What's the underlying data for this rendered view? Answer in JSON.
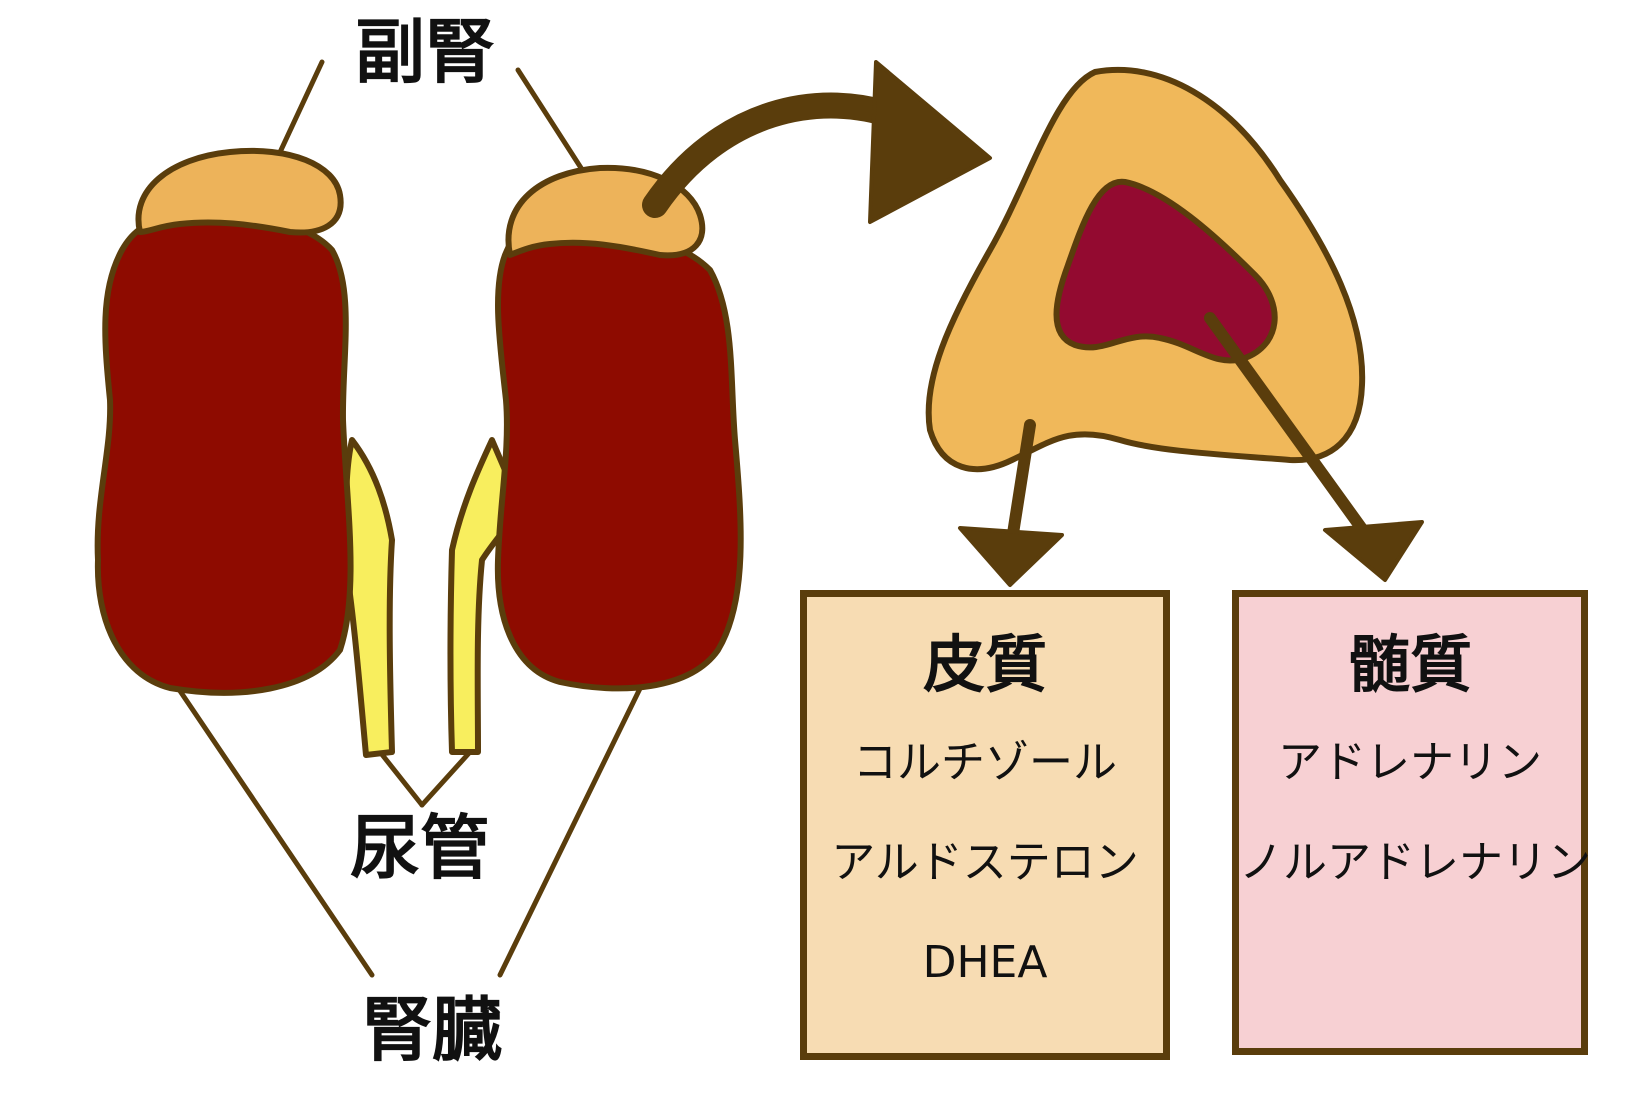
{
  "labels": {
    "adrenal_gland": "副腎",
    "ureter": "尿管",
    "kidney": "腎臓"
  },
  "cortex_box": {
    "title": "皮質",
    "items": [
      "コルチゾール",
      "アルドステロン",
      "DHEA"
    ]
  },
  "medulla_box": {
    "title": "髄質",
    "items": [
      "アドレナリン",
      "ノルアドレナリン"
    ]
  },
  "colors": {
    "outline": "#5a3d0c",
    "kidney": "#8e0b00",
    "adrenal_cap": "#edb35a",
    "adrenal_cortex": "#f0b85a",
    "adrenal_medulla": "#930a30",
    "ureter": "#f8ee5e",
    "cortex_box_bg": "#f7dcb3",
    "medulla_box_bg": "#f7d0d3"
  }
}
